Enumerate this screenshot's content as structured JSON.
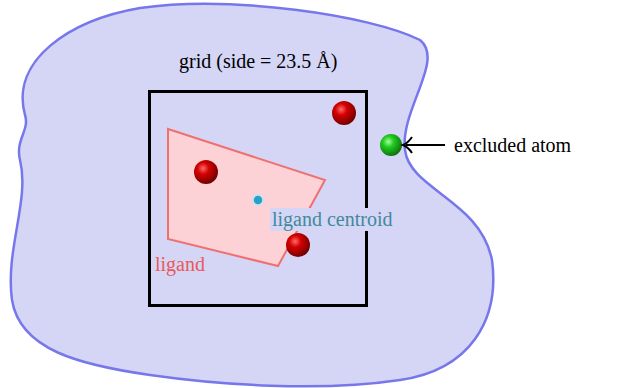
{
  "diagram": {
    "nodes": [
      {
        "text": [
          "grid (side = 23.5 Å)"
        ]
      },
      {
        "text": [
          "ligand"
        ],
        "in": 0
      }
    ],
    "labels": [
      "ligand centroid",
      "excluded atom"
    ]
  }
}
